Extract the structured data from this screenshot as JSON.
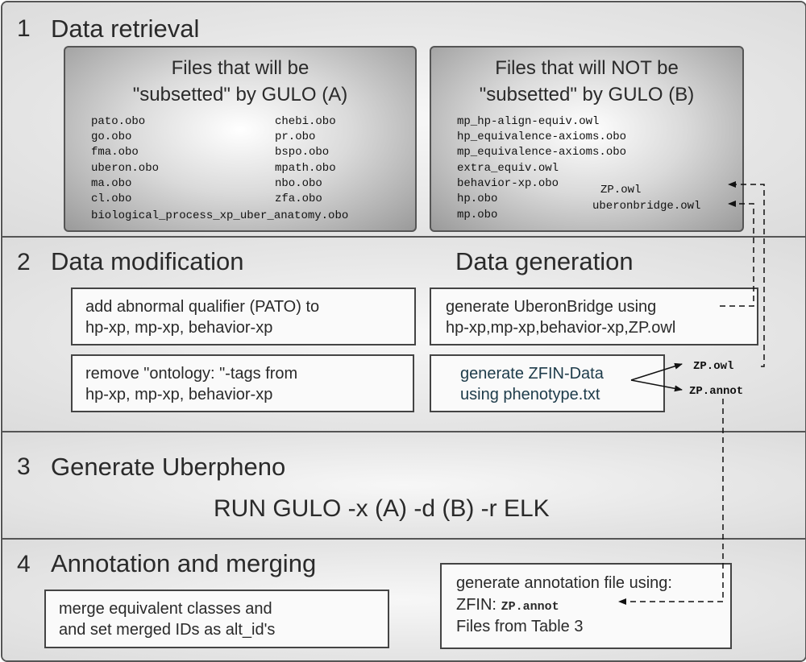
{
  "section1": {
    "number": "1",
    "title": "Data retrieval",
    "box_a": {
      "title_line1": "Files that will be",
      "title_line2": "\"subsetted\" by GULO (A)",
      "col1": [
        "pato.obo",
        "go.obo",
        "fma.obo",
        "uberon.obo",
        "ma.obo",
        "cl.obo"
      ],
      "col2": [
        "chebi.obo",
        "pr.obo",
        "bspo.obo",
        "mpath.obo",
        "nbo.obo",
        "zfa.obo"
      ],
      "bottom": "biological_process_xp_uber_anatomy.obo"
    },
    "box_b": {
      "title_line1": "Files that will NOT be",
      "title_line2": "\"subsetted\" by GULO (B)",
      "files": [
        "mp_hp-align-equiv.owl",
        "hp_equivalence-axioms.obo",
        "mp_equivalence-axioms.obo",
        "extra_equiv.owl",
        "behavior-xp.obo",
        "hp.obo",
        "mp.obo"
      ],
      "zp_owl": "ZP.owl",
      "uberonbridge": "uberonbridge.owl"
    }
  },
  "section2": {
    "number": "2",
    "title": "Data modification",
    "title_right": "Data generation",
    "box1_line1": "add abnormal qualifier (PATO) to",
    "box1_line2": "hp-xp, mp-xp, behavior-xp",
    "box2_line1": "remove \"ontology: \"-tags from",
    "box2_line2": "hp-xp, mp-xp, behavior-xp",
    "box3_line1": "generate UberonBridge using",
    "box3_line2": "hp-xp,mp-xp,behavior-xp,ZP.owl",
    "box4_line1": "generate ZFIN-Data",
    "box4_line2": "using phenotype.txt",
    "out_owl": "ZP.owl",
    "out_annot": "ZP.annot"
  },
  "section3": {
    "number": "3",
    "title": "Generate Uberpheno",
    "command": "RUN GULO -x (A) -d (B) -r ELK"
  },
  "section4": {
    "number": "4",
    "title": "Annotation and merging",
    "merge_line1": "merge equivalent classes and",
    "merge_line2": "and set merged IDs as alt_id's",
    "annot_line1": "generate annotation file using:",
    "annot_line2_prefix": "ZFIN:",
    "annot_line2_file": "ZP.annot",
    "annot_line3": "Files from Table 3"
  }
}
